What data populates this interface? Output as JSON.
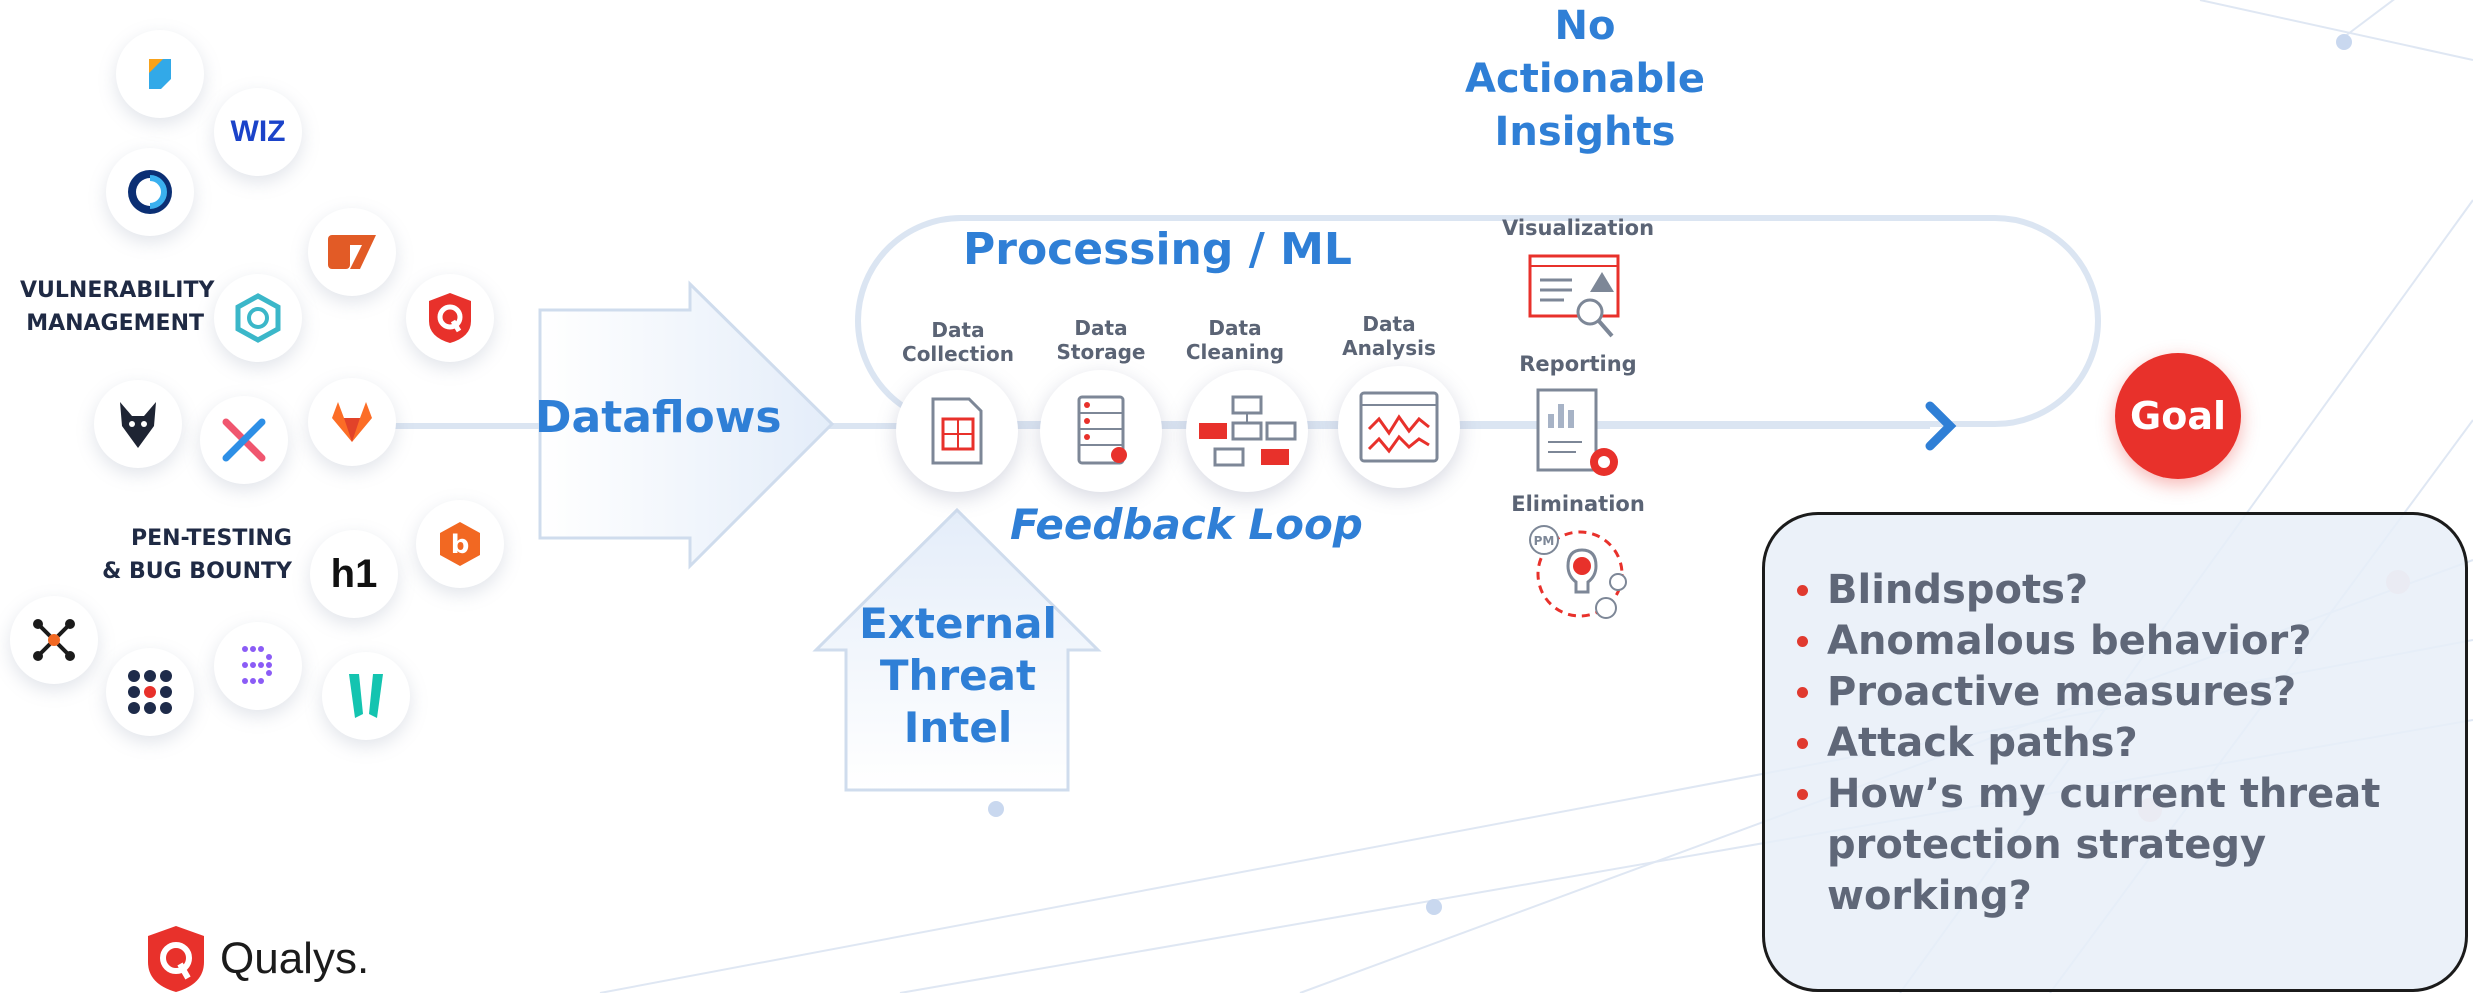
{
  "groups": {
    "vulnerability": [
      "VULNERABILITY",
      "MANAGEMENT"
    ],
    "pentest": [
      "PEN-TESTING",
      "& BUG BOUNTY"
    ]
  },
  "vendor_logos": {
    "wiz_text": "WIZ",
    "hackerone_text": "h1",
    "bugcrowd_text": "b"
  },
  "flow": {
    "dataflows": "Dataflows",
    "processing": "Processing / ML",
    "feedback": "Feedback Loop",
    "external": [
      "External",
      "Threat",
      "Intel"
    ],
    "no_insights": [
      "No",
      "Actionable",
      "Insights"
    ]
  },
  "stages": [
    {
      "lines": [
        "Data",
        "Collection"
      ]
    },
    {
      "lines": [
        "Data",
        "Storage"
      ]
    },
    {
      "lines": [
        "Data",
        "Cleaning"
      ]
    },
    {
      "lines": [
        "Data",
        "Analysis"
      ]
    }
  ],
  "outputs": {
    "visualization": "Visualization",
    "reporting": "Reporting",
    "elimination": "Elimination",
    "pm_badge": "PM"
  },
  "goal": "Goal",
  "questions": [
    "Blindspots?",
    "Anomalous behavior?",
    "Proactive measures?",
    "Attack paths?",
    [
      "How’s my current threat",
      "protection strategy",
      "working?"
    ]
  ],
  "brand": "Qualys.",
  "colors": {
    "blue": "#2f7fd6",
    "red": "#e8312b",
    "gray_text": "#5b6475"
  }
}
